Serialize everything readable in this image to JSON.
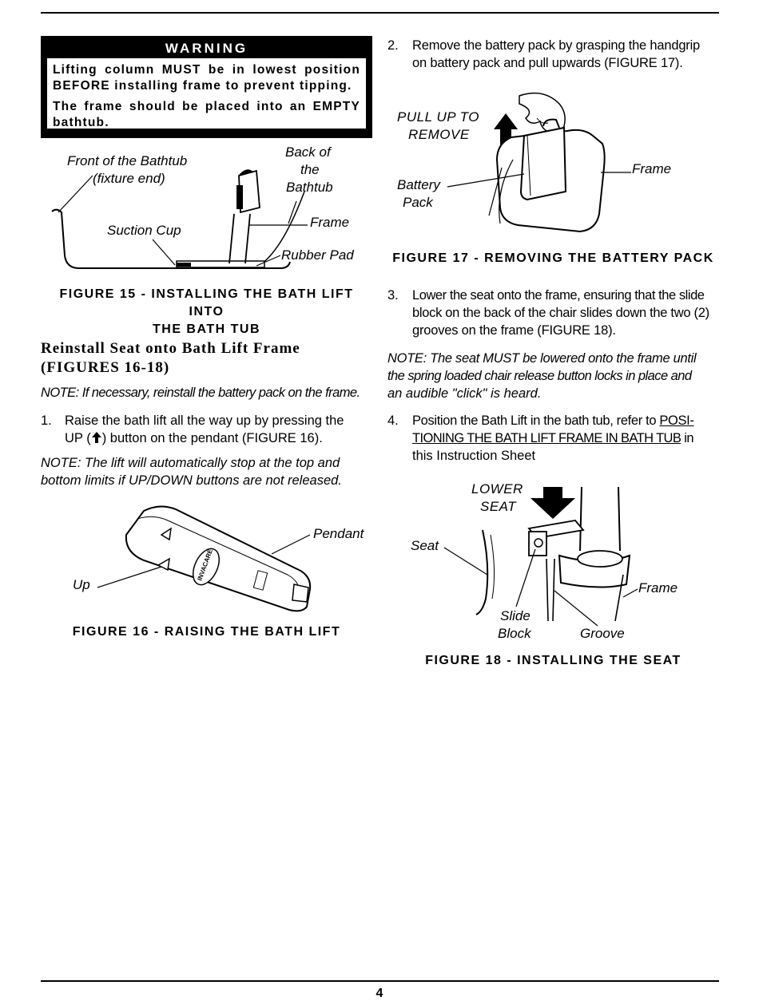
{
  "warning": {
    "title": "WARNING",
    "line1": "Lifting column MUST be in lowest position BEFORE installing frame to prevent tipping.",
    "line2": "The frame should be placed into an EMPTY bathtub."
  },
  "figure15": {
    "labels": {
      "front": "Front of the Bathtub",
      "front2": "(fixture end)",
      "back1": "Back of",
      "back2": "the",
      "back3": "Bathtub",
      "frame": "Frame",
      "suction": "Suction Cup",
      "rubber": "Rubber Pad"
    },
    "caption1": "FIGURE 15 - INSTALLING THE BATH LIFT INTO",
    "caption2": "THE BATH TUB"
  },
  "section": {
    "heading1": "Reinstall Seat onto Bath Lift Frame",
    "heading2": "(FIGURES 16-18)",
    "note1": "NOTE: If necessary, reinstall the battery pack on the frame.",
    "step1_num": "1.",
    "step1_a": "Raise the bath lift all the way up by pressing the",
    "step1_b_pre": "UP (",
    "step1_b_post": ") button on the pendant (FIGURE 16).",
    "note2_a": "NOTE: The lift will automatically stop at the top and",
    "note2_b": "bottom limits if UP/DOWN buttons are not released."
  },
  "figure16": {
    "labels": {
      "pendant": "Pendant",
      "up": "Up",
      "brand": "INVACARE"
    },
    "caption": "FIGURE 16 - RAISING THE BATH LIFT"
  },
  "right": {
    "step2_num": "2.",
    "step2_a": "Remove the battery pack by grasping the handgrip",
    "step2_b": "on battery pack and pull upwards (FIGURE 17).",
    "step3_num": "3.",
    "step3_a": "Lower the seat onto the frame, ensuring that the slide",
    "step3_b": "block on the back of the chair slides down the two (2)",
    "step3_c": "grooves on the frame (FIGURE 18).",
    "note3_a": "NOTE: The seat MUST be lowered onto the frame until",
    "note3_b": "the spring loaded chair release button locks in place and",
    "note3_c": "an audible \"click\" is heard.",
    "step4_num": "4.",
    "step4_a_pre": "Position the Bath Lift in the bath tub, refer to ",
    "step4_a_link": "POSI-",
    "step4_b_link": "TIONING THE BATH LIFT FRAME IN BATH TUB",
    "step4_b_post": " in",
    "step4_c": "this Instruction Sheet"
  },
  "figure17": {
    "labels": {
      "pull1": "PULL UP TO",
      "pull2": "REMOVE",
      "battery1": "Battery",
      "battery2": "Pack",
      "frame": "Frame"
    },
    "caption": "FIGURE 17 - REMOVING THE BATTERY PACK"
  },
  "figure18": {
    "labels": {
      "lower1": "LOWER",
      "lower2": "SEAT",
      "seat": "Seat",
      "frame": "Frame",
      "slide1": "Slide",
      "slide2": "Block",
      "groove": "Groove"
    },
    "caption": "FIGURE 18 - INSTALLING THE SEAT"
  },
  "footer": {
    "page_number": "4"
  }
}
